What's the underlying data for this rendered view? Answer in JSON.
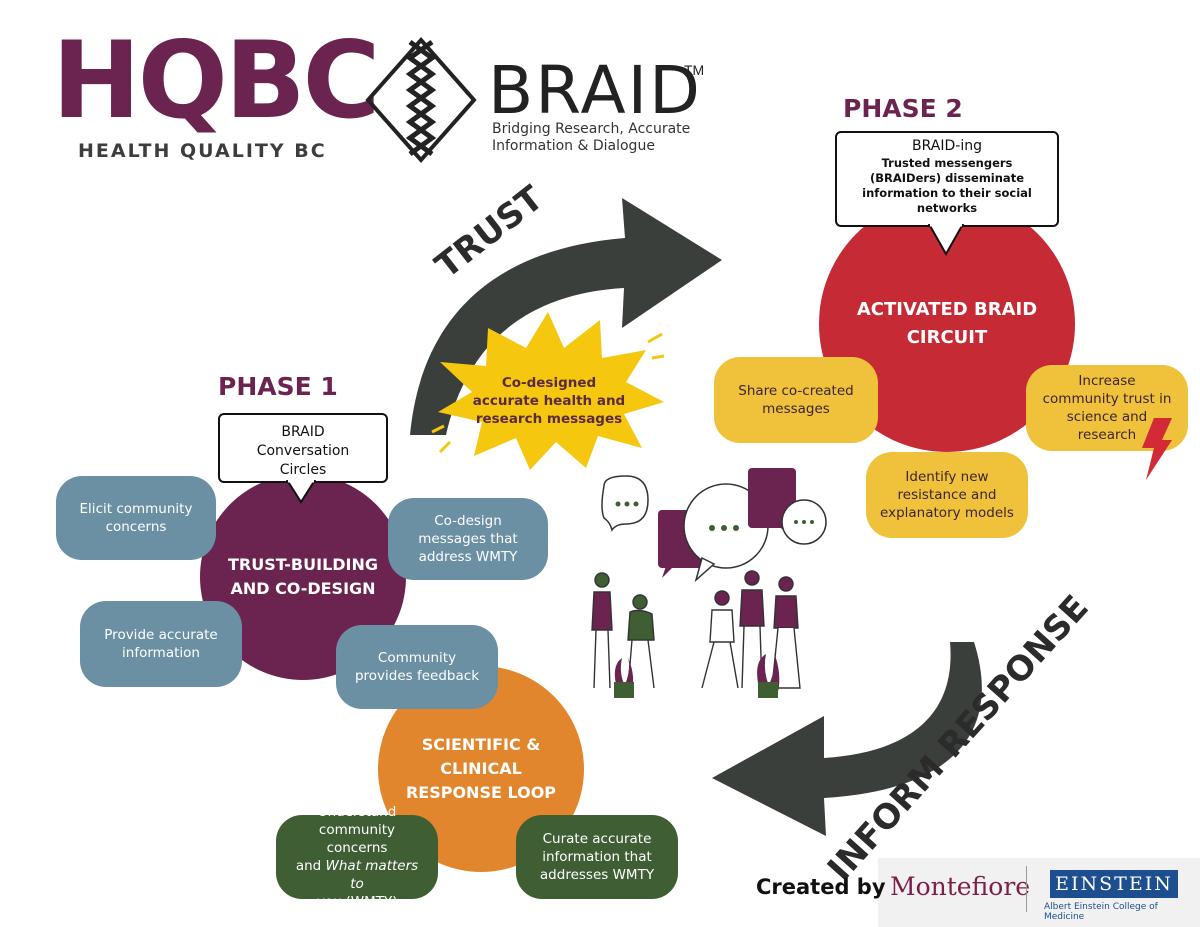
{
  "logos": {
    "hqbc_word": "HQBC",
    "hqbc_sub": "HEALTH QUALITY BC",
    "braid_word": "BRAID",
    "braid_tm": "TM",
    "braid_sub": "Bridging Research, Accurate Information & Dialogue"
  },
  "phase1": {
    "heading": "PHASE 1",
    "bubble_line1": "BRAID",
    "bubble_line2": "Conversation",
    "bubble_line3": "Circles",
    "circle_line1": "TRUST-BUILDING",
    "circle_line2": "AND CO-DESIGN",
    "pills": {
      "elicit": "Elicit community concerns",
      "provide": "Provide accurate information",
      "codesign": "Co-design messages that address WMTY",
      "feedback": "Community provides feedback"
    }
  },
  "phase2": {
    "heading": "PHASE 2",
    "bubble_title": "BRAID-ing",
    "bubble_body": "Trusted messengers (BRAIDers) disseminate information to their social networks",
    "circle_line1": "ACTIVATED BRAID",
    "circle_line2": "CIRCUIT",
    "pills": {
      "share": "Share co-created messages",
      "increase": "Increase community trust in science and research",
      "identify": "Identify new resistance and explanatory models"
    }
  },
  "loop": {
    "circle_line1": "SCIENTIFIC &",
    "circle_line2": "CLINICAL",
    "circle_line3": "RESPONSE LOOP",
    "pills": {
      "understand_1": "Understand",
      "understand_2": "community concerns",
      "understand_3_prefix": "and ",
      "understand_3_italic": "What matters to",
      "understand_4_italic": "you",
      "understand_4_suffix": " (WMTY)",
      "curate": "Curate accurate information that addresses WMTY"
    }
  },
  "burst_text": "Co-designed accurate health and research messages",
  "arrows": {
    "trust": "TRUST",
    "inform": "INFORM RESPONSE"
  },
  "footer": {
    "created_by": "Created by",
    "montefiore": "Montefiore",
    "einstein": "EINSTEIN",
    "einstein_sub": "Albert Einstein College of Medicine"
  },
  "colors": {
    "purple": "#6b2350",
    "red": "#c62a35",
    "orange": "#e2862d",
    "blue_pill": "#6b8fa3",
    "yellow_pill": "#f0c23b",
    "green_pill": "#3f5e34",
    "arrow": "#3a3f3b",
    "burst": "#f5c70f"
  }
}
